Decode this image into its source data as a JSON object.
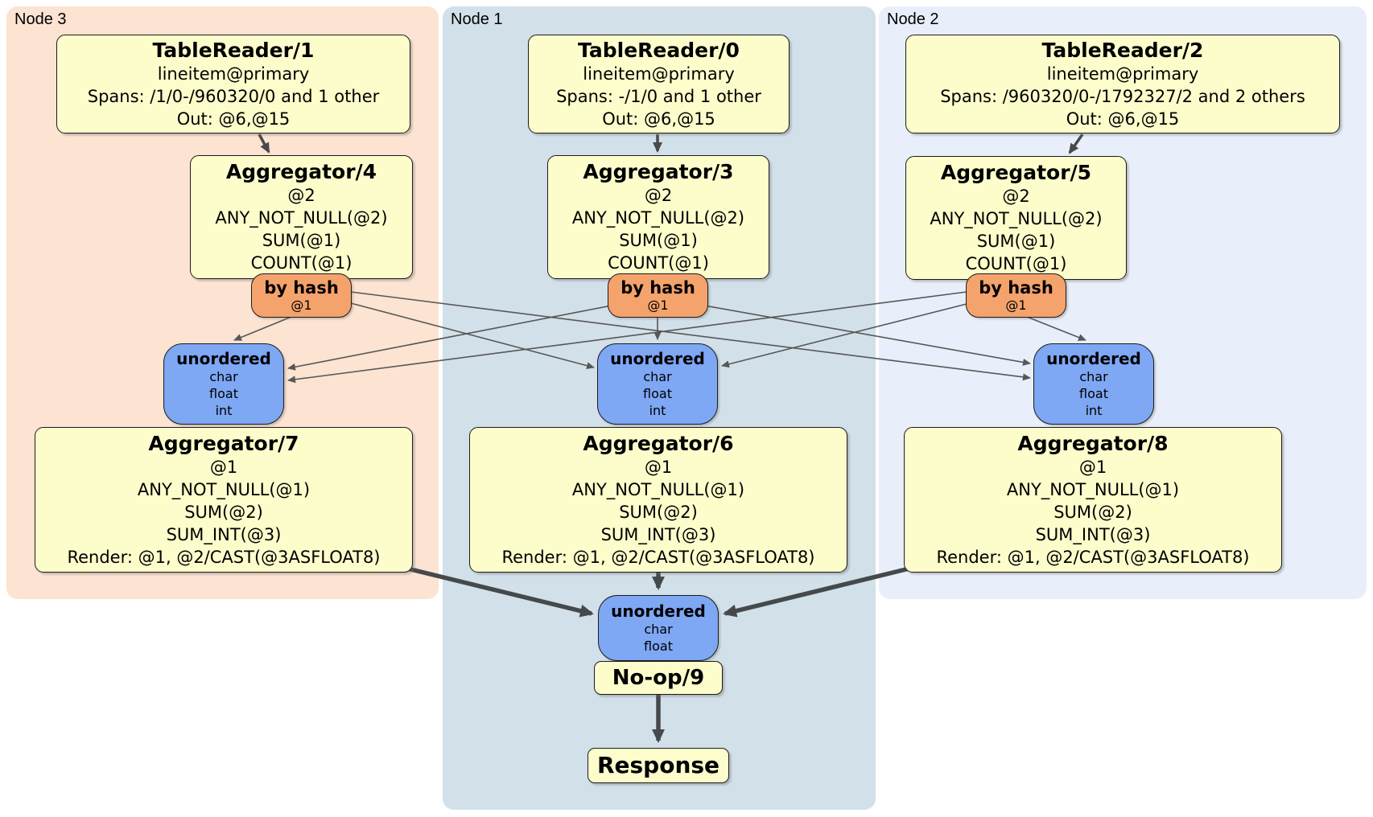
{
  "colors": {
    "node3_panel_bg": "#fce3d2",
    "node1_panel_bg": "#d2e0ea",
    "node2_panel_bg": "#e9effa",
    "processor_box_bg": "#fdfdcc",
    "router_box_bg": "#f5a36c",
    "sync_box_bg": "#7ea7f4",
    "box_border": "#1b1b1b",
    "edge_thin": "#575757",
    "edge_thick": "#46494c"
  },
  "diagram": {
    "panels": [
      {
        "label": "Node 3",
        "table_reader": {
          "title": "TableReader/1",
          "lines": [
            "lineitem@primary",
            "Spans: /1/0-/960320/0 and 1 other",
            "Out: @6,@15"
          ]
        },
        "aggregator_top": {
          "title": "Aggregator/4",
          "lines": [
            "@2",
            "ANY_NOT_NULL(@2)",
            "SUM(@1)",
            "COUNT(@1)"
          ]
        },
        "router": {
          "title": "by hash",
          "lines": [
            "@1"
          ]
        },
        "sync": {
          "title": "unordered",
          "lines": [
            "char",
            "float",
            "int"
          ]
        },
        "aggregator_bottom": {
          "title": "Aggregator/7",
          "lines": [
            "@1",
            "ANY_NOT_NULL(@1)",
            "SUM(@2)",
            "SUM_INT(@3)",
            "Render: @1, @2/CAST(@3ASFLOAT8)"
          ]
        }
      },
      {
        "label": "Node 1",
        "table_reader": {
          "title": "TableReader/0",
          "lines": [
            "lineitem@primary",
            "Spans: -/1/0 and 1 other",
            "Out: @6,@15"
          ]
        },
        "aggregator_top": {
          "title": "Aggregator/3",
          "lines": [
            "@2",
            "ANY_NOT_NULL(@2)",
            "SUM(@1)",
            "COUNT(@1)"
          ]
        },
        "router": {
          "title": "by hash",
          "lines": [
            "@1"
          ]
        },
        "sync": {
          "title": "unordered",
          "lines": [
            "char",
            "float",
            "int"
          ]
        },
        "aggregator_bottom": {
          "title": "Aggregator/6",
          "lines": [
            "@1",
            "ANY_NOT_NULL(@1)",
            "SUM(@2)",
            "SUM_INT(@3)",
            "Render: @1, @2/CAST(@3ASFLOAT8)"
          ]
        }
      },
      {
        "label": "Node 2",
        "table_reader": {
          "title": "TableReader/2",
          "lines": [
            "lineitem@primary",
            "Spans: /960320/0-/1792327/2 and 2 others",
            "Out: @6,@15"
          ]
        },
        "aggregator_top": {
          "title": "Aggregator/5",
          "lines": [
            "@2",
            "ANY_NOT_NULL(@2)",
            "SUM(@1)",
            "COUNT(@1)"
          ]
        },
        "router": {
          "title": "by hash",
          "lines": [
            "@1"
          ]
        },
        "sync": {
          "title": "unordered",
          "lines": [
            "char",
            "float",
            "int"
          ]
        },
        "aggregator_bottom": {
          "title": "Aggregator/8",
          "lines": [
            "@1",
            "ANY_NOT_NULL(@1)",
            "SUM(@2)",
            "SUM_INT(@3)",
            "Render: @1, @2/CAST(@3ASFLOAT8)"
          ]
        }
      }
    ],
    "output": {
      "sync": {
        "title": "unordered",
        "lines": [
          "char",
          "float"
        ]
      },
      "noop": {
        "title": "No-op/9"
      },
      "response": {
        "title": "Response"
      }
    }
  }
}
